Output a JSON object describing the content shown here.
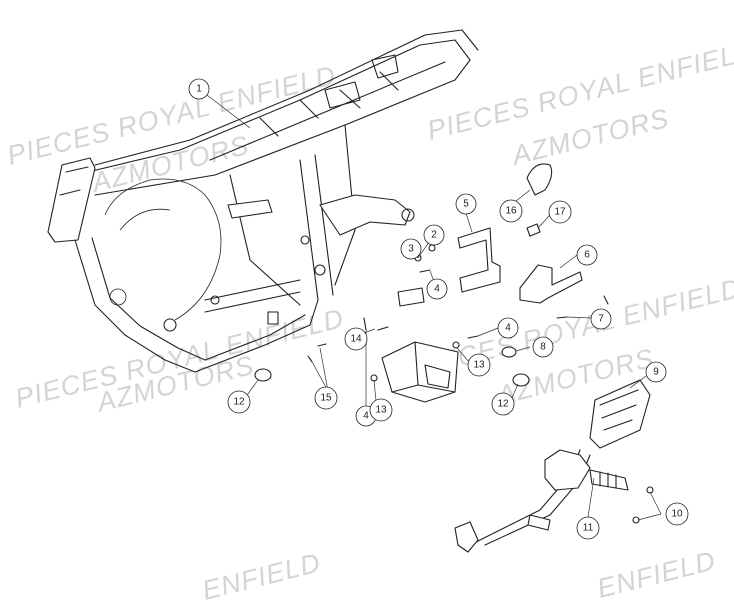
{
  "watermarks": [
    {
      "text": "PIECES ROYAL ENFIELD"
    },
    {
      "text": "AZMOTORS"
    },
    {
      "text": "PIECES ROYAL ENFIELD"
    },
    {
      "text": "AZMOTORS"
    },
    {
      "text": "PIECES ROYAL ENFIELD"
    },
    {
      "text": "AZMOTORS"
    },
    {
      "text": "PIECES ROYAL ENFIELD"
    },
    {
      "text": "AZMOTORS"
    },
    {
      "text": "ENFIELD"
    },
    {
      "text": "ENFIELD"
    }
  ],
  "callouts": [
    {
      "label": "1"
    },
    {
      "label": "2"
    },
    {
      "label": "3"
    },
    {
      "label": "4"
    },
    {
      "label": "4"
    },
    {
      "label": "4"
    },
    {
      "label": "5"
    },
    {
      "label": "6"
    },
    {
      "label": "7"
    },
    {
      "label": "8"
    },
    {
      "label": "9"
    },
    {
      "label": "10"
    },
    {
      "label": "11"
    },
    {
      "label": "12"
    },
    {
      "label": "12"
    },
    {
      "label": "13"
    },
    {
      "label": "13"
    },
    {
      "label": "14"
    },
    {
      "label": "15"
    },
    {
      "label": "16"
    },
    {
      "label": "17"
    }
  ]
}
